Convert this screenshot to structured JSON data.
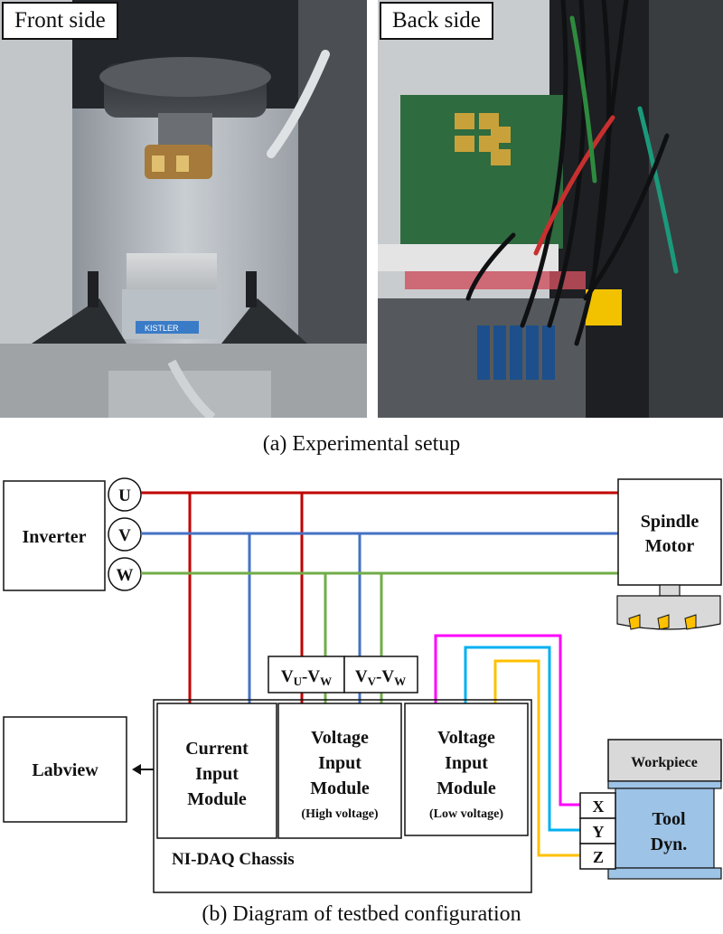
{
  "photos": {
    "front_label": "Front side",
    "back_label": "Back side",
    "kistler_logo": "KISTLER"
  },
  "captions": {
    "a": "(a) Experimental setup",
    "b": "(b) Diagram of testbed configuration"
  },
  "diagram": {
    "inverter": "Inverter",
    "phase_u": "U",
    "phase_v": "V",
    "phase_w": "W",
    "spindle_line1": "Spindle",
    "spindle_line2": "Motor",
    "labview": "Labview",
    "vu_label": {
      "main": "V",
      "sub1": "U",
      "dash": "-V",
      "sub2": "W"
    },
    "vv_label": {
      "main": "V",
      "sub1": "V",
      "dash": "-V",
      "sub2": "W"
    },
    "current_module": [
      "Current",
      "Input",
      "Module"
    ],
    "voltage_high_module": [
      "Voltage",
      "Input",
      "Module"
    ],
    "voltage_high_note": "(High voltage)",
    "voltage_low_module": [
      "Voltage",
      "Input",
      "Module"
    ],
    "voltage_low_note": "(Low voltage)",
    "chassis": "NI-DAQ Chassis",
    "workpiece": "Workpiece",
    "axis_x": "X",
    "axis_y": "Y",
    "axis_z": "Z",
    "tool_line1": "Tool",
    "tool_line2": "Dyn."
  },
  "colors": {
    "phase_u": "#c00000",
    "phase_v": "#4472c4",
    "phase_w": "#70ad47",
    "axis_x": "#ff00ff",
    "axis_y": "#00b0f0",
    "axis_z": "#ffc000",
    "workpiece_fill": "#d9d9d9",
    "dyn_fill": "#9dc3e6"
  }
}
